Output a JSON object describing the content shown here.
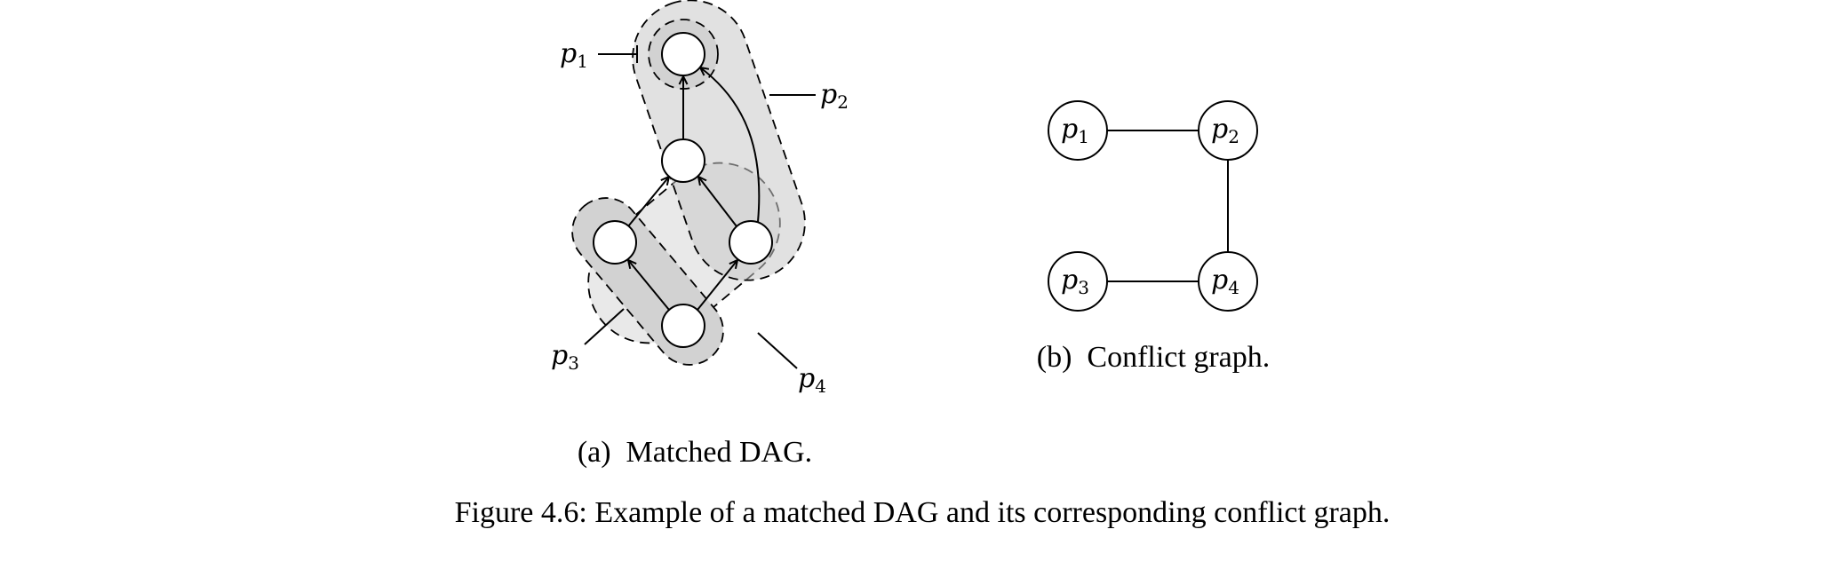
{
  "dag": {
    "pattern_labels": [
      {
        "base": "p",
        "sub": "1"
      },
      {
        "base": "p",
        "sub": "2"
      },
      {
        "base": "p",
        "sub": "3"
      },
      {
        "base": "p",
        "sub": "4"
      }
    ]
  },
  "conflict_graph": {
    "nodes": [
      {
        "base": "p",
        "sub": "1"
      },
      {
        "base": "p",
        "sub": "2"
      },
      {
        "base": "p",
        "sub": "3"
      },
      {
        "base": "p",
        "sub": "4"
      }
    ]
  },
  "captions": {
    "sub_a": "(a)  Matched DAG.",
    "sub_b": "(b)  Conflict graph.",
    "figure": "Figure 4.6: Example of a matched DAG and its corresponding conflict graph."
  }
}
